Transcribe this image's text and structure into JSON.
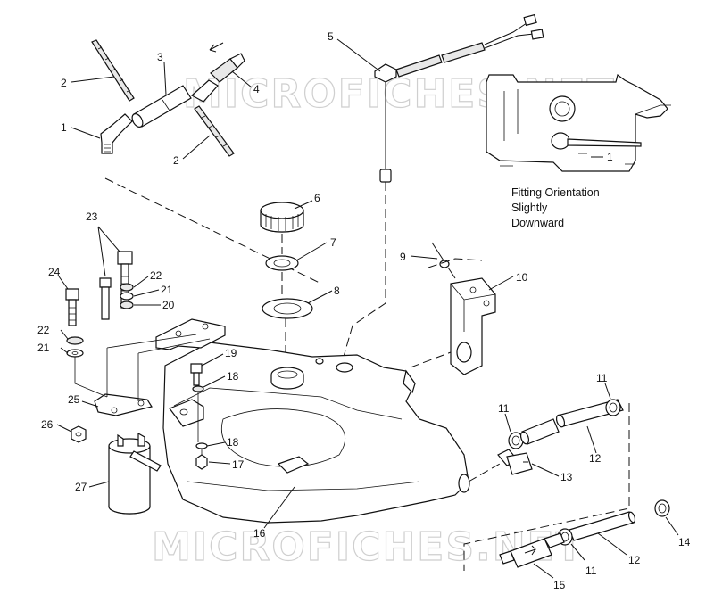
{
  "watermark": "MICROFICHES.NET",
  "inset": {
    "note_lines": [
      "Fitting Orientation",
      "Slightly",
      "Downward"
    ],
    "callout": "1"
  },
  "callouts": [
    {
      "id": "c1",
      "label": "1"
    },
    {
      "id": "c2a",
      "label": "2"
    },
    {
      "id": "c2b",
      "label": "2"
    },
    {
      "id": "c3",
      "label": "3"
    },
    {
      "id": "c4",
      "label": "4"
    },
    {
      "id": "c5",
      "label": "5"
    },
    {
      "id": "c6",
      "label": "6"
    },
    {
      "id": "c7",
      "label": "7"
    },
    {
      "id": "c8",
      "label": "8"
    },
    {
      "id": "c9",
      "label": "9"
    },
    {
      "id": "c10",
      "label": "10"
    },
    {
      "id": "c11a",
      "label": "11"
    },
    {
      "id": "c11b",
      "label": "11"
    },
    {
      "id": "c11c",
      "label": "11"
    },
    {
      "id": "c12a",
      "label": "12"
    },
    {
      "id": "c12b",
      "label": "12"
    },
    {
      "id": "c13",
      "label": "13"
    },
    {
      "id": "c14",
      "label": "14"
    },
    {
      "id": "c15",
      "label": "15"
    },
    {
      "id": "c16",
      "label": "16"
    },
    {
      "id": "c17",
      "label": "17"
    },
    {
      "id": "c18a",
      "label": "18"
    },
    {
      "id": "c18b",
      "label": "18"
    },
    {
      "id": "c19",
      "label": "19"
    },
    {
      "id": "c20",
      "label": "20"
    },
    {
      "id": "c21a",
      "label": "21"
    },
    {
      "id": "c21b",
      "label": "21"
    },
    {
      "id": "c22a",
      "label": "22"
    },
    {
      "id": "c22b",
      "label": "22"
    },
    {
      "id": "c23",
      "label": "23"
    },
    {
      "id": "c24",
      "label": "24"
    },
    {
      "id": "c25",
      "label": "25"
    },
    {
      "id": "c26",
      "label": "26"
    },
    {
      "id": "c27",
      "label": "27"
    }
  ]
}
